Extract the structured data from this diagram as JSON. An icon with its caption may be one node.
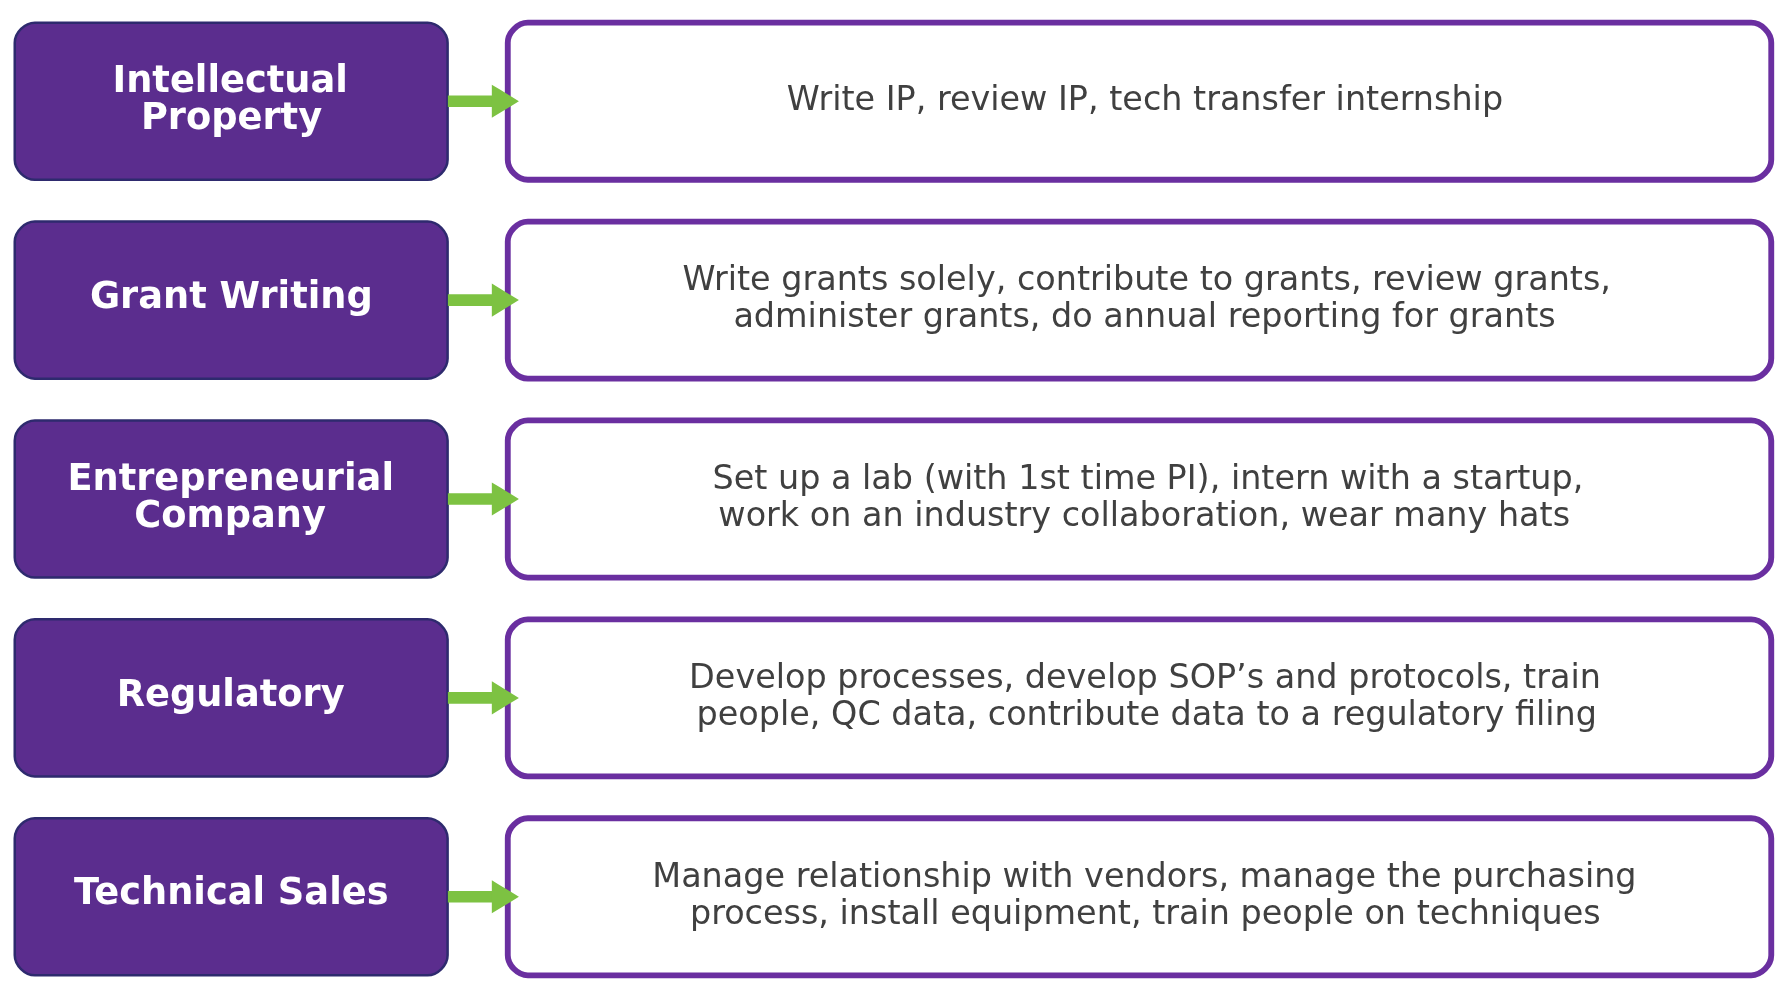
{
  "diagram": {
    "nodes": [
      {
        "text": [
          "Intellectual Property"
        ]
      },
      {
        "text": [
          "Write IP, review IP, tech transfer internship"
        ]
      },
      {
        "text": [
          "Grant Writing"
        ]
      },
      {
        "text": [
          "Write grants solely, contribute to grants, review grants, administer grants, do annual reporting for grants"
        ]
      },
      {
        "text": [
          "Entrepreneurial Company"
        ]
      },
      {
        "text": [
          "Set up a lab (with 1st time PI), intern with a startup, work on an industry collaboration, wear many hats"
        ]
      },
      {
        "text": [
          "Regulatory"
        ]
      },
      {
        "text": [
          "Develop processes, develop SOP’s and protocols, train people, QC data, contribute data to a regulatory filing"
        ]
      },
      {
        "text": [
          "Technical Sales"
        ]
      },
      {
        "text": [
          "Manage relationship with vendors, manage the purchasing process, install equipment, train people on techniques"
        ]
      }
    ],
    "edges": [
      {
        "from": 0,
        "to": 1,
        "arrow": "to"
      },
      {
        "from": 2,
        "to": 3,
        "arrow": "to"
      },
      {
        "from": 4,
        "to": 5,
        "arrow": "to"
      },
      {
        "from": 6,
        "to": 7,
        "arrow": "to"
      },
      {
        "from": 8,
        "to": 9,
        "arrow": "to"
      }
    ]
  }
}
